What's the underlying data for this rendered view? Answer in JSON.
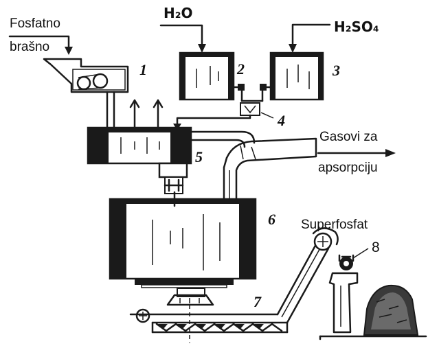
{
  "labels": {
    "phosphate_line1": "Fosfatno",
    "phosphate_line2": "brašno",
    "water": "H₂O",
    "acid": "H₂SO₄",
    "gases_line1": "Gasovi za",
    "gases_line2": "apsorpciju",
    "product": "Superfosfat"
  },
  "numbers": [
    "1",
    "2",
    "3",
    "4",
    "5",
    "6",
    "7",
    "8"
  ]
}
